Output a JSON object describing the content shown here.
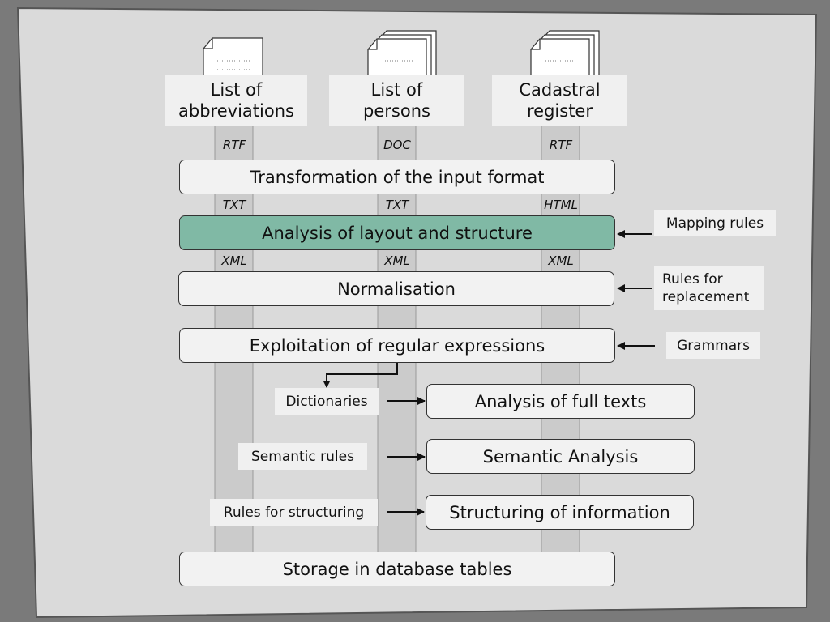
{
  "sources": [
    {
      "label_line1": "List of",
      "label_line2": "abbreviations",
      "format_in": "RTF",
      "format_mid": "TXT",
      "format_out": "XML"
    },
    {
      "label_line1": "List of",
      "label_line2": "persons",
      "format_in": "DOC",
      "format_mid": "TXT",
      "format_out": "XML"
    },
    {
      "label_line1": "Cadastral",
      "label_line2": "register",
      "format_in": "RTF",
      "format_mid": "HTML",
      "format_out": "XML"
    }
  ],
  "steps": {
    "transformation": "Transformation of the input format",
    "layout_analysis": "Analysis of layout and structure",
    "normalisation": "Normalisation",
    "regex": "Exploitation of regular expressions",
    "full_text": "Analysis of full texts",
    "semantic": "Semantic Analysis",
    "structuring": "Structuring of information",
    "storage": "Storage in database tables"
  },
  "resources": {
    "mapping_rules": "Mapping rules",
    "replacement_line1": "Rules for",
    "replacement_line2": "replacement",
    "grammars": "Grammars",
    "dictionaries": "Dictionaries",
    "semantic_rules": "Semantic rules",
    "structuring_rules": "Rules for structuring"
  },
  "colors": {
    "background": "#7a7a7a",
    "panel": "#d9d9d9",
    "highlight": "#80b9a5"
  }
}
